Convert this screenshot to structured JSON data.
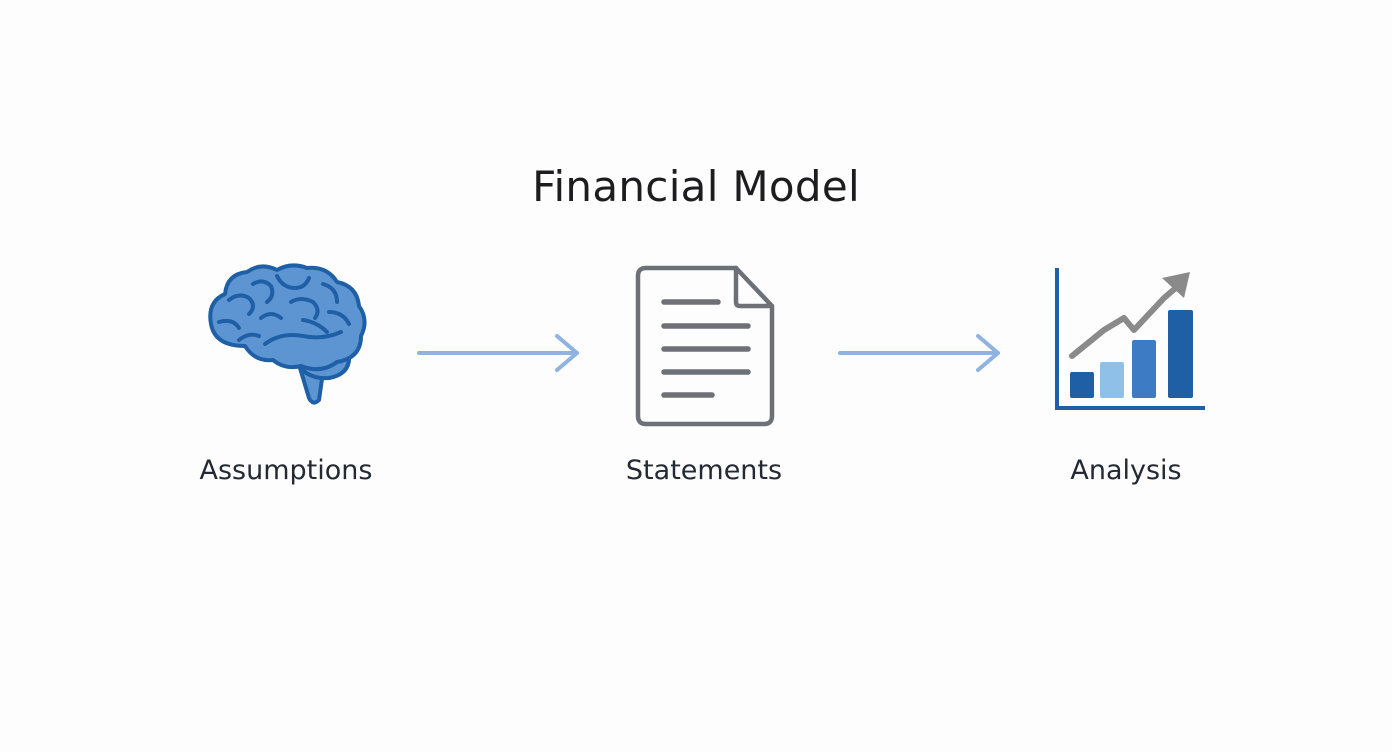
{
  "diagram": {
    "title": "Financial Model",
    "nodes": [
      {
        "id": "assumptions",
        "label": "Assumptions",
        "icon": "brain-icon"
      },
      {
        "id": "statements",
        "label": "Statements",
        "icon": "document-icon"
      },
      {
        "id": "analysis",
        "label": "Analysis",
        "icon": "growth-chart-icon"
      }
    ],
    "edges": [
      {
        "from": "assumptions",
        "to": "statements"
      },
      {
        "from": "statements",
        "to": "analysis"
      }
    ],
    "colors": {
      "brain_fill": "#5d95d3",
      "brain_stroke": "#1f5fa6",
      "document_stroke": "#6d7077",
      "arrow": "#8fb3e0",
      "bar_dark": "#1f5fa6",
      "bar_light": "#8fc0e8",
      "bar_mid": "#3d7cc4",
      "trend_arrow": "#8a8a8a"
    }
  }
}
